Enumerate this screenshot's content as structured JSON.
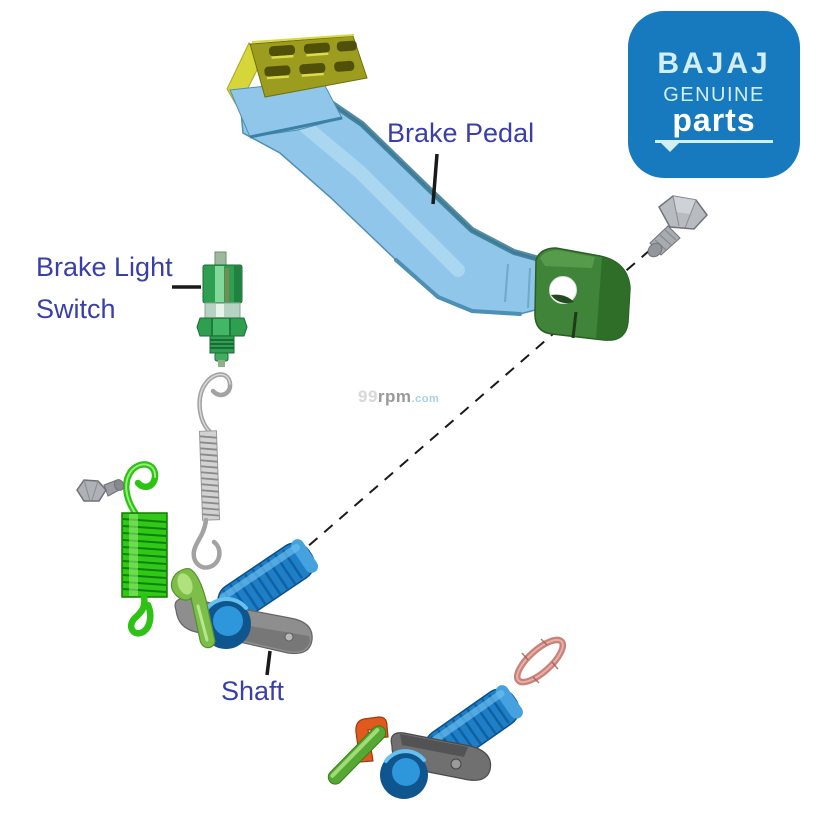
{
  "logo": {
    "brand": "BAJAJ",
    "genuine": "GENUINE",
    "parts": "parts",
    "background_color": "#1779BE",
    "text_color": "#D2EFF7",
    "parts_color": "#FFFFFF"
  },
  "labels": {
    "color": "#3A3EA8",
    "brake_pedal": "Brake Pedal",
    "brake_light_switch_line1": "Brake Light",
    "brake_light_switch_line2": "Switch",
    "shaft": "Shaft"
  },
  "watermark": {
    "prefix": "99",
    "name": "rpm",
    "suffix": ".com",
    "prefix_color": "#D8D8D8",
    "name_color": "#999999",
    "suffix_color": "#A6D2EC"
  },
  "parts": [
    {
      "name": "brake-pedal-arm",
      "color": "#8FC6EA",
      "pad_color": "#9C9C1E"
    },
    {
      "name": "pivot-clamp",
      "color": "#3F8438"
    },
    {
      "name": "pivot-bolt",
      "color": "#B8BCC0"
    },
    {
      "name": "brake-light-switch",
      "color": "#2E9E50"
    },
    {
      "name": "steel-return-spring",
      "color": "#C8C8C8"
    },
    {
      "name": "green-return-spring",
      "color": "#2EC214"
    },
    {
      "name": "small-hex-bolt",
      "color": "#AEB2B6"
    },
    {
      "name": "shaft-assembly",
      "shaft_color": "#1E7EC6",
      "lever_color": "#8E8E8E",
      "hook_color": "#7CBE48"
    },
    {
      "name": "sealing-ring",
      "color": "#C8827A"
    },
    {
      "name": "shaft-assembly-variant",
      "shaft_color": "#1E7EC6",
      "lever_color": "#707070",
      "rod_color": "#55A832",
      "clip_color": "#E05A1E"
    }
  ]
}
